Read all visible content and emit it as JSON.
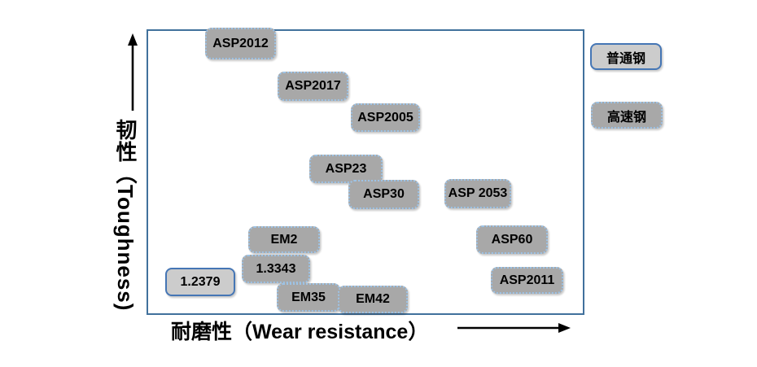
{
  "chart_data": {
    "type": "scatter",
    "title": "",
    "xlabel": "耐磨性（Wear resistance）",
    "ylabel": "韧性（Toughness)",
    "xlim": [
      0,
      1
    ],
    "ylim": [
      0,
      1
    ],
    "grid": false,
    "legend_position": "outside-right",
    "legend": [
      {
        "category": "ordinary",
        "label": "普通钢",
        "fill": "#cccccc",
        "border": "#4576b5",
        "border_style": "solid"
      },
      {
        "category": "hss",
        "label": "高速钢",
        "fill": "#a8a8a8",
        "border": "#9dc3e6",
        "border_style": "dotted"
      }
    ],
    "points": [
      {
        "label": "ASP2012",
        "category": "hss",
        "x": 0.21,
        "y": 0.95
      },
      {
        "label": "ASP2017",
        "category": "hss",
        "x": 0.38,
        "y": 0.8
      },
      {
        "label": "ASP2005",
        "category": "hss",
        "x": 0.55,
        "y": 0.69
      },
      {
        "label": "ASP23",
        "category": "hss",
        "x": 0.46,
        "y": 0.51
      },
      {
        "label": "ASP30",
        "category": "hss",
        "x": 0.54,
        "y": 0.42
      },
      {
        "label": "ASP 2053",
        "category": "hss",
        "x": 0.76,
        "y": 0.43
      },
      {
        "label": "EM2",
        "category": "hss",
        "x": 0.31,
        "y": 0.27
      },
      {
        "label": "ASP60",
        "category": "hss",
        "x": 0.84,
        "y": 0.27
      },
      {
        "label": "1.3343",
        "category": "hss",
        "x": 0.3,
        "y": 0.16
      },
      {
        "label": "1.2379",
        "category": "ordinary",
        "x": 0.12,
        "y": 0.12
      },
      {
        "label": "EM35",
        "category": "hss",
        "x": 0.37,
        "y": 0.06
      },
      {
        "label": "EM42",
        "category": "hss",
        "x": 0.52,
        "y": 0.05
      },
      {
        "label": "ASP2011",
        "category": "hss",
        "x": 0.87,
        "y": 0.13
      }
    ],
    "colors": {
      "plot_border": "#41719c",
      "axis_arrow": "#000000",
      "label_text": "#000000"
    }
  }
}
